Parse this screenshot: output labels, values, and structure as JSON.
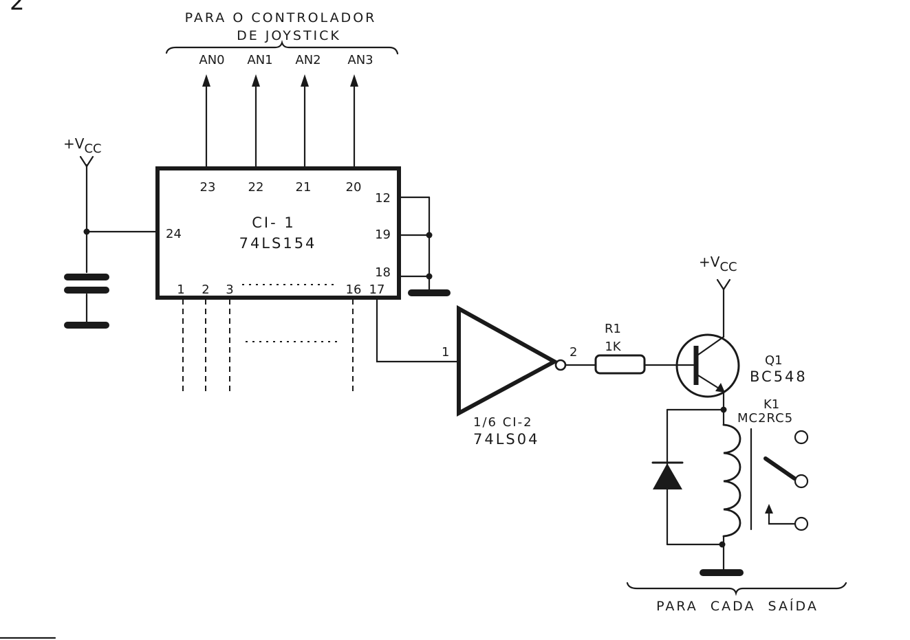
{
  "figure_number": "2",
  "header": {
    "line1": "PARA O CONTROLADOR",
    "line2": "DE JOYSTICK"
  },
  "outputs": [
    "AN0",
    "AN1",
    "AN2",
    "AN3"
  ],
  "ic1": {
    "name": "CI- 1",
    "part": "74LS154",
    "top_pins": [
      "23",
      "22",
      "21",
      "20"
    ],
    "right_pins": [
      "12",
      "19",
      "18"
    ],
    "left_pin": "24",
    "bottom_pins": [
      "1",
      "2",
      "3",
      "16",
      "17"
    ]
  },
  "vcc_label": "+V",
  "vcc_sub": "CC",
  "inverter": {
    "in_pin": "1",
    "out_pin": "2",
    "label1": "1/6 CI-2",
    "label2": "74LS04"
  },
  "resistor": {
    "name": "R1",
    "value": "1K"
  },
  "transistor": {
    "name": "Q1",
    "part": "BC548"
  },
  "relay": {
    "name": "K1",
    "part": "MC2RC5"
  },
  "footer": "PARA  CADA  SAÍDA"
}
